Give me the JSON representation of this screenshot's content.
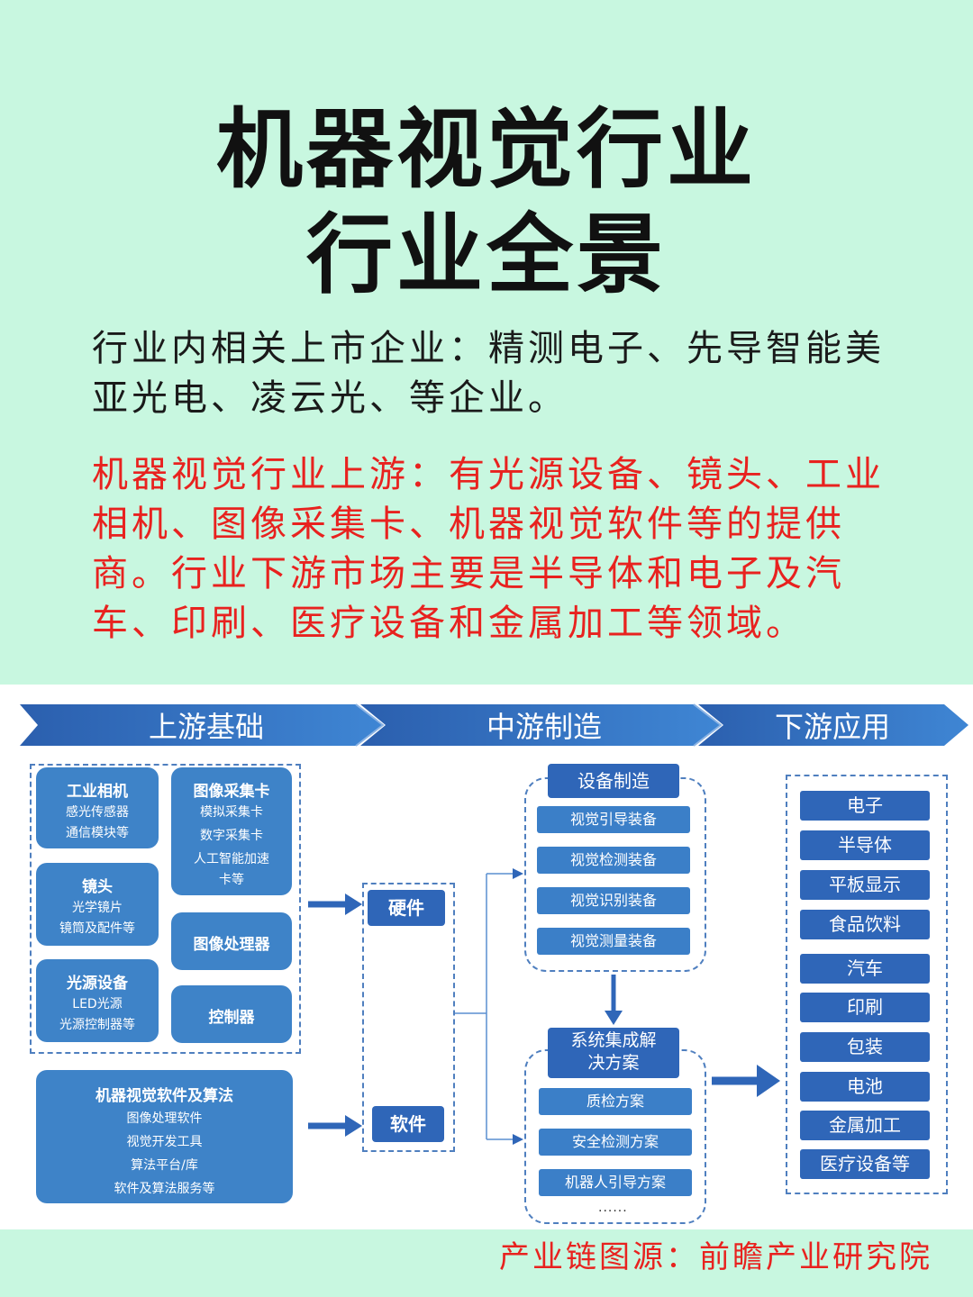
{
  "title_line1": "机器视觉行业",
  "title_line2": "行业全景",
  "para1": "行业内相关上市企业：精测电子、先导智能美亚光电、凌云光、等企业。",
  "para2": "机器视觉行业上游：有光源设备、镜头、工业相机、图像采集卡、机器视觉软件等的提供商。行业下游市场主要是半导体和电子及汽车、印刷、医疗设备和金属加工等领域。",
  "stages": [
    "上游基础",
    "中游制造",
    "下游应用"
  ],
  "upstream": {
    "camera": {
      "title": "工业相机",
      "lines": [
        "感光传感器",
        "通信模块等"
      ]
    },
    "lens": {
      "title": "镜头",
      "lines": [
        "光学镜片",
        "镜筒及配件等"
      ]
    },
    "light": {
      "title": "光源设备",
      "lines": [
        "LED光源",
        "光源控制器等"
      ]
    },
    "capture": {
      "title": "图像采集卡",
      "lines": [
        "模拟采集卡",
        "数字采集卡",
        "人工智能加速",
        "卡等"
      ]
    },
    "processor": {
      "title": "图像处理器"
    },
    "controller": {
      "title": "控制器"
    },
    "software": {
      "title": "机器视觉软件及算法",
      "lines": [
        "图像处理软件",
        "视觉开发工具",
        "算法平台/库",
        "软件及算法服务等"
      ]
    }
  },
  "categories": {
    "hardware": "硬件",
    "software": "软件"
  },
  "midstream": {
    "equipment_header": "设备制造",
    "equipment_items": [
      "视觉引导装备",
      "视觉检测装备",
      "视觉识别装备",
      "视觉测量装备"
    ],
    "solutions_header_l1": "系统集成解",
    "solutions_header_l2": "决方案",
    "solutions_items": [
      "质检方案",
      "安全检测方案",
      "机器人引导方案"
    ],
    "ellipsis": "......"
  },
  "downstream": [
    "电子",
    "半导体",
    "平板显示",
    "食品饮料",
    "汽车",
    "印刷",
    "包装",
    "电池",
    "金属加工",
    "医疗设备等"
  ],
  "source": "产业链图源：前瞻产业研究院",
  "colors": {
    "bg": "#c8f7e0",
    "red": "#e8221f",
    "blue": "#3e83c8",
    "dark_blue": "#2f66b8"
  }
}
